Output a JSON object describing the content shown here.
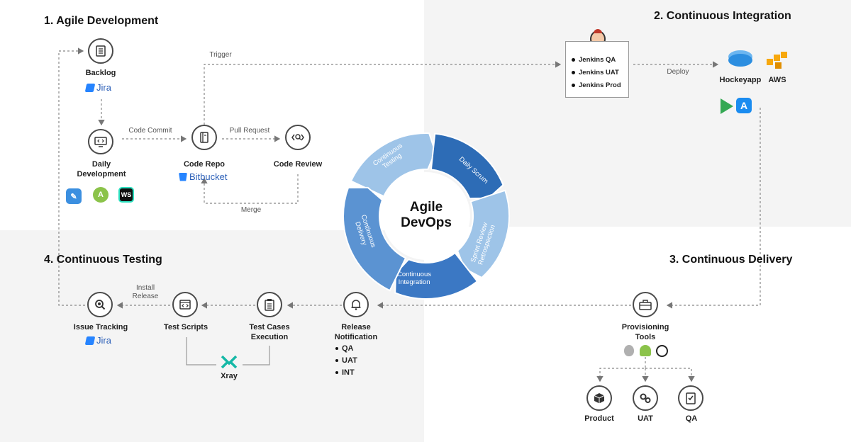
{
  "sections": {
    "agile": "1. Agile Development",
    "ci": "2. Continuous Integration",
    "cd": "3. Continuous Delivery",
    "ct": "4. Continuous Testing"
  },
  "center": {
    "line1": "Agile",
    "line2": "DevOps"
  },
  "wheel": [
    "Continuous Testing",
    "Daily Scrum",
    "Sprint Review Retrospection",
    "Continuous Integration",
    "Continuous Delivery"
  ],
  "wheel_colors": [
    "#9ec4e8",
    "#2d6cb6",
    "#9ec4e8",
    "#3b78c4",
    "#5b93d2"
  ],
  "nodes": {
    "backlog": "Backlog",
    "daily_dev_1": "Daily",
    "daily_dev_2": "Development",
    "code_repo": "Code Repo",
    "code_review": "Code Review",
    "hockeyapp": "Hockeyapp",
    "aws": "AWS",
    "provisioning_1": "Provisioning",
    "provisioning_2": "Tools",
    "product": "Product",
    "uat": "UAT",
    "qa": "QA",
    "release_1": "Release",
    "release_2": "Notification",
    "test_cases_1": "Test Cases",
    "test_cases_2": "Execution",
    "test_scripts": "Test Scripts",
    "issue_tracking": "Issue Tracking",
    "xray": "Xray"
  },
  "brands": {
    "jira": "Jira",
    "bitbucket": "Bitbucket"
  },
  "edges": {
    "trigger": "Trigger",
    "code_commit": "Code Commit",
    "pull_request": "Pull Request",
    "merge": "Merge",
    "deploy": "Deploy",
    "install_1": "Install",
    "install_2": "Release"
  },
  "jenkins": [
    "Jenkins QA",
    "Jenkins UAT",
    "Jenkins Prod"
  ],
  "release_targets": [
    "QA",
    "UAT",
    "INT"
  ],
  "icons": {
    "backlog": "document-icon",
    "daily_dev": "code-monitor-icon",
    "code_repo": "book-icon",
    "code_review": "code-search-icon",
    "release": "bell-icon",
    "test_cases": "clipboard-icon",
    "test_scripts": "code-window-icon",
    "issue_tracking": "magnifier-icon",
    "provisioning": "toolbox-icon",
    "product": "box-icon",
    "uat": "gears-icon",
    "qa": "checklist-icon"
  }
}
